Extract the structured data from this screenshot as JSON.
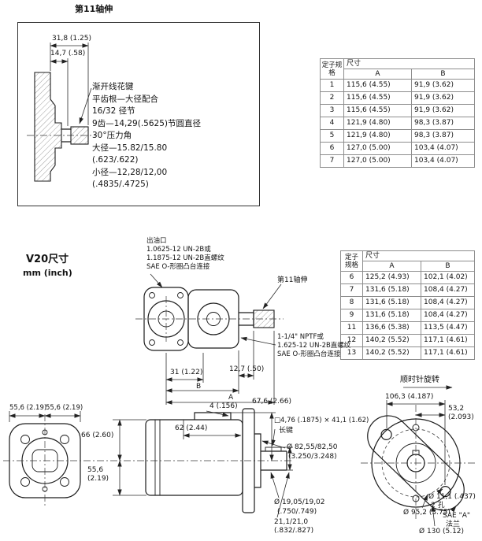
{
  "shaft_detail": {
    "title": "第11轴伸",
    "dim_overall": "31,8 (1.25)",
    "dim_spline": "14,7 (.58)",
    "notes": [
      "渐开线花键",
      "平齿根—大径配合",
      "16/32 径节",
      "9齿—14,29(.5625)节圆直径",
      "30°压力角",
      "大径—15.82/15.80",
      "(.623/.622)",
      "小径—12,28/12,00",
      "(.4835/.4725)"
    ]
  },
  "stator_table_top": {
    "header": {
      "spec": "定子规格",
      "size": "尺寸",
      "a": "A",
      "b": "B"
    },
    "rows": [
      {
        "spec": "1",
        "a": "115,6 (4.55)",
        "b": "91,9 (3.62)"
      },
      {
        "spec": "2",
        "a": "115,6 (4.55)",
        "b": "91,9 (3.62)"
      },
      {
        "spec": "3",
        "a": "115,6 (4.55)",
        "b": "91,9 (3.62)"
      },
      {
        "spec": "4",
        "a": "121,9 (4.80)",
        "b": "98,3 (3.87)"
      },
      {
        "spec": "5",
        "a": "121,9 (4.80)",
        "b": "98,3 (3.87)"
      },
      {
        "spec": "6",
        "a": "127,0 (5.00)",
        "b": "103,4 (4.07)"
      },
      {
        "spec": "7",
        "a": "127,0 (5.00)",
        "b": "103,4 (4.07)"
      }
    ]
  },
  "stator_table_mid": {
    "header": {
      "spec": "定子规格",
      "size": "尺寸",
      "a": "A",
      "b": "B"
    },
    "rows": [
      {
        "spec": "6",
        "a": "125,2 (4.93)",
        "b": "102,1 (4.02)"
      },
      {
        "spec": "7",
        "a": "131,6 (5.18)",
        "b": "108,4 (4.27)"
      },
      {
        "spec": "8",
        "a": "131,6 (5.18)",
        "b": "108,4 (4.27)"
      },
      {
        "spec": "9",
        "a": "131,6 (5.18)",
        "b": "108,4 (4.27)"
      },
      {
        "spec": "11",
        "a": "136,6 (5.38)",
        "b": "113,5 (4.47)"
      },
      {
        "spec": "12",
        "a": "140,2 (5.52)",
        "b": "117,1 (4.61)"
      },
      {
        "spec": "13",
        "a": "140,2 (5.52)",
        "b": "117,1 (4.61)"
      }
    ]
  },
  "section": {
    "title": "V20尺寸",
    "units": "mm (inch)"
  },
  "top_view": {
    "outlet_note": [
      "出油口",
      "1.0625-12 UN-2B或",
      "1.1875-12 UN-2B直螺纹",
      "SAE O-形圈凸台连接"
    ],
    "shaft_callout": "第11轴伸",
    "inlet_note": [
      "1-1/4\" NPTF或",
      "1.625-12 UN-2B直螺纹",
      "SAE O-形圈凸台连接"
    ],
    "dim_port": "31 (1.22)",
    "dim_offset": "12,7 (.50)",
    "dim_b": "B",
    "dim_a": "A"
  },
  "front_view": {
    "dim_half_left": "55,6 (2.19)",
    "dim_half_right": "55,6 (2.19)",
    "dim_center_top": "66 (2.60)",
    "dim_center_bottom_mm": "55,6",
    "dim_center_bottom_in": "(2.19)"
  },
  "side_view": {
    "dim_flange": "4 (.156)",
    "dim_outlet": "67,6 (2.66)",
    "dim_inlet": "62 (2.44)",
    "key_note": "□4,76 (.1875) × 41,1 (1.62)",
    "key_note2": "长键",
    "pilot_mm": "Ø 82,55/82,50",
    "pilot_in": "(3.250/3.248)",
    "shaft_mm": "Ø 19,05/19,02",
    "shaft_in": "(.750/.749)",
    "keyflat_mm": "21,1/21,0",
    "keyflat_in": "(.832/.827)"
  },
  "rear_view": {
    "rotation": "顺时针旋转",
    "dim_span": "106,3 (4.187)",
    "dim_half_mm": "53,2",
    "dim_half_in": "(2.093)",
    "hole": "Ø 11,1 (.437)",
    "hole_count": "2 孔",
    "pilot_circle": "Ø 95,2 (3.75)",
    "flange": "SAE \"A\"",
    "flange2": "法兰",
    "od": "Ø 130 (5.12)"
  }
}
